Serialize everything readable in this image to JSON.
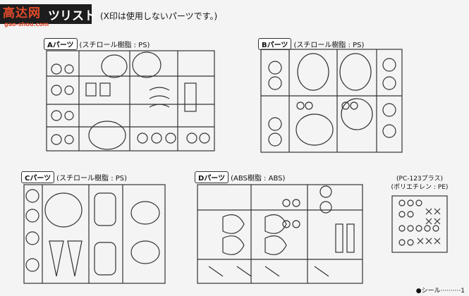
{
  "header": {
    "logo_text": "高达网",
    "logo_url": "gao-shou.com",
    "title": "ツリスト",
    "note": "(X印は使用しないパーツです。)"
  },
  "parts": {
    "A": {
      "tag": "Aパーツ",
      "material": "(スチロール樹脂 : PS)"
    },
    "B": {
      "tag": "Bパーツ",
      "material": "(スチロール樹脂 : PS)"
    },
    "C": {
      "tag": "Cパーツ",
      "material": "(スチロール樹脂 : PS)"
    },
    "D": {
      "tag": "Dパーツ",
      "material": "(ABS樹脂 : ABS)"
    },
    "PE": {
      "title": "(PC-123プラス)",
      "material": "(ポリエチレン : PE)"
    }
  },
  "footer": {
    "label": "●シール",
    "page_dots": "··········1"
  }
}
